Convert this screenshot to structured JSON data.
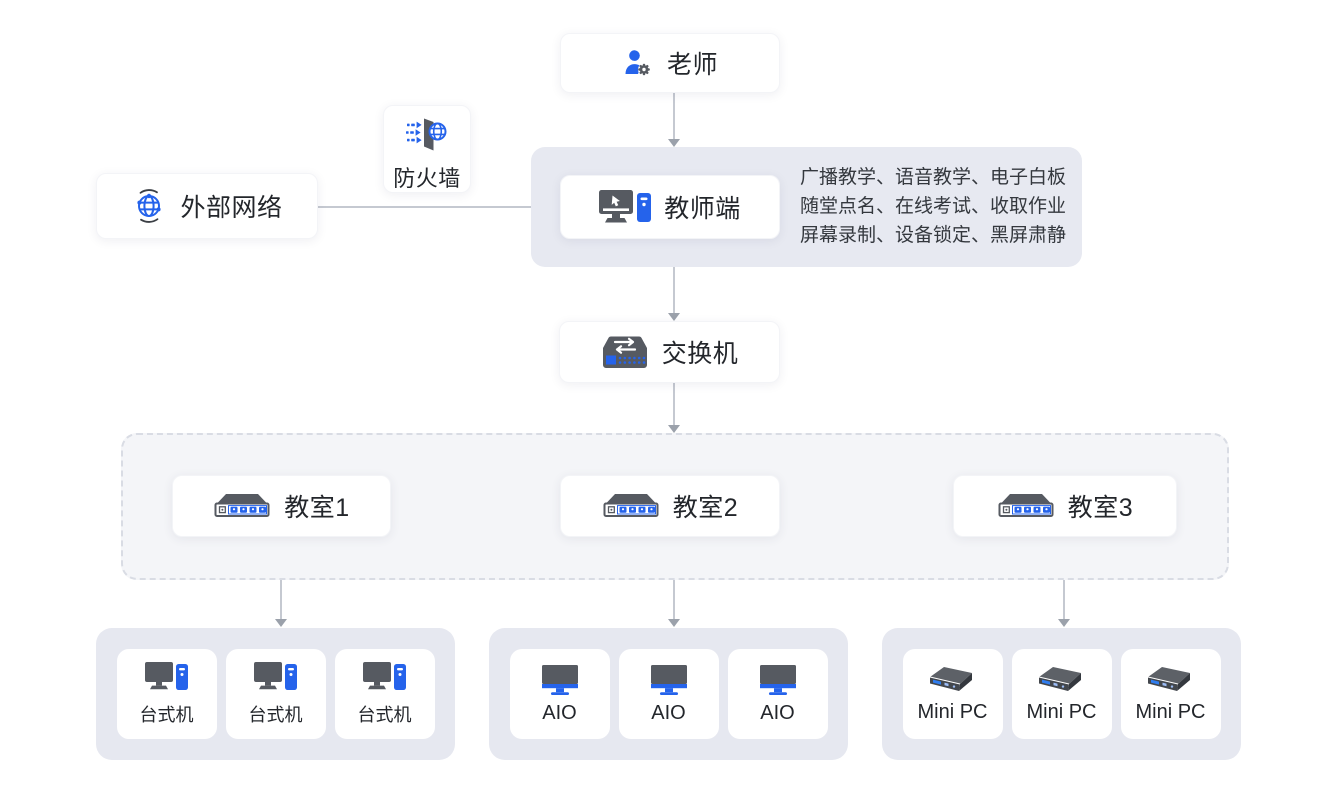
{
  "diagram": {
    "title_hint": "classroom-teaching-network-topology",
    "colors": {
      "accent_blue": "#2563eb",
      "icon_dark": "#565a61",
      "panel_gray": "#e7e9f1",
      "dashed_fill": "#f4f5f8",
      "line_gray": "#c5c9d1",
      "arrow_gray": "#9ba1ab",
      "text_dark": "#23262b"
    },
    "teacher": {
      "label": "老师",
      "icon": "teacher-user-icon"
    },
    "firewall": {
      "label": "防火墙",
      "icon": "firewall-icon"
    },
    "external_network": {
      "label": "外部网络",
      "icon": "globe-network-icon"
    },
    "teacher_station": {
      "label": "教师端",
      "icon": "teacher-pc-icon",
      "features": [
        "广播教学、语音教学、电子白板",
        "随堂点名、在线考试、收取作业",
        "屏幕录制、设备锁定、黑屏肃静"
      ]
    },
    "switch": {
      "label": "交换机",
      "icon": "network-switch-icon"
    },
    "classrooms": [
      {
        "label": "教室1",
        "icon": "classroom-switch-icon"
      },
      {
        "label": "教室2",
        "icon": "classroom-switch-icon"
      },
      {
        "label": "教室3",
        "icon": "classroom-switch-icon"
      }
    ],
    "device_groups": [
      {
        "type": "desktop",
        "icon": "desktop-pc-icon",
        "devices": [
          "台式机",
          "台式机",
          "台式机"
        ]
      },
      {
        "type": "aio",
        "icon": "aio-pc-icon",
        "devices": [
          "AIO",
          "AIO",
          "AIO"
        ]
      },
      {
        "type": "minipc",
        "icon": "mini-pc-icon",
        "devices": [
          "Mini PC",
          "Mini PC",
          "Mini PC"
        ]
      }
    ]
  }
}
